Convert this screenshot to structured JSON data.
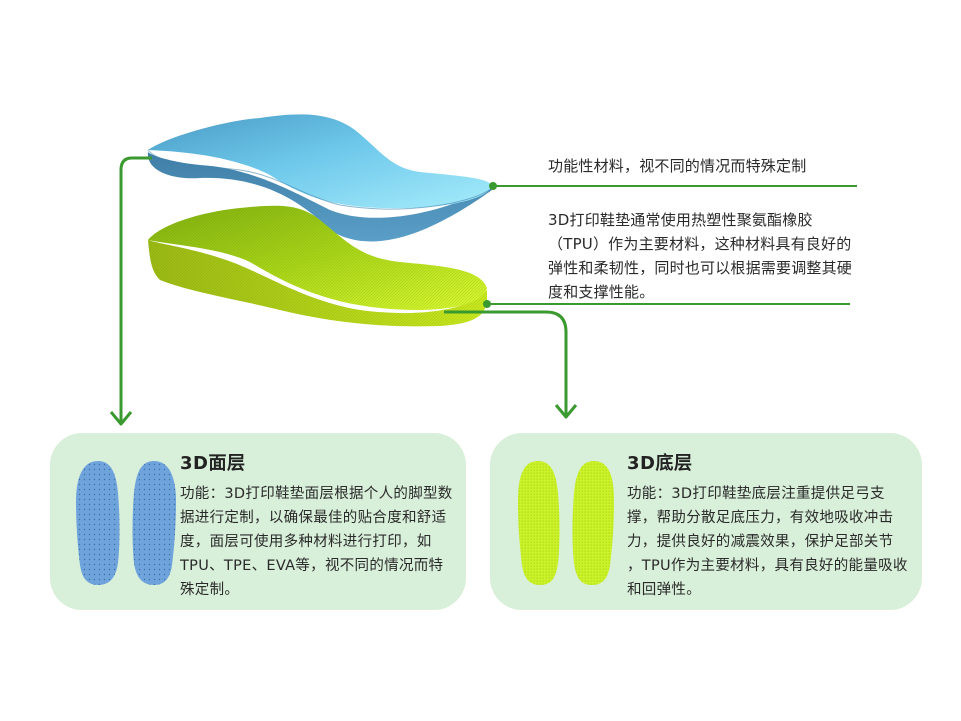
{
  "diagram": {
    "subject": "3D printed insole layers",
    "colors": {
      "connector_green": "#3a9a2f",
      "card_background": "#d8efd9",
      "top_layer_blue": "#6cc3e8",
      "bottom_layer_lime": "#c6f01a"
    }
  },
  "callouts": {
    "top_layer": "功能性材料，视不同的情况而特殊定制",
    "bottom_layer": "3D打印鞋垫通常使用热塑性聚氨酯橡胶（TPU）作为主要材料，这种材料具有良好的弹性和柔韧性，同时也可以根据需要调整其硬度和支撑性能。"
  },
  "cards": [
    {
      "title": "3D面层",
      "body": "功能：3D打印鞋垫面层根据个人的脚型数据进行定制，以确保最佳的贴合度和舒适度，面层可使用多种材料进行打印，如TPU、TPE、EVA等，视不同的情况而特殊定制。",
      "image": "blue-perforated-insoles-pair"
    },
    {
      "title": "3D底层",
      "body": "功能：3D打印鞋垫底层注重提供足弓支撑，帮助分散足底压力，有效地吸收冲击力，提供良好的减震效果，保护足部关节 ，TPU作为主要材料，具有良好的能量吸收和回弹性。",
      "image": "lime-lattice-insoles-pair"
    }
  ]
}
